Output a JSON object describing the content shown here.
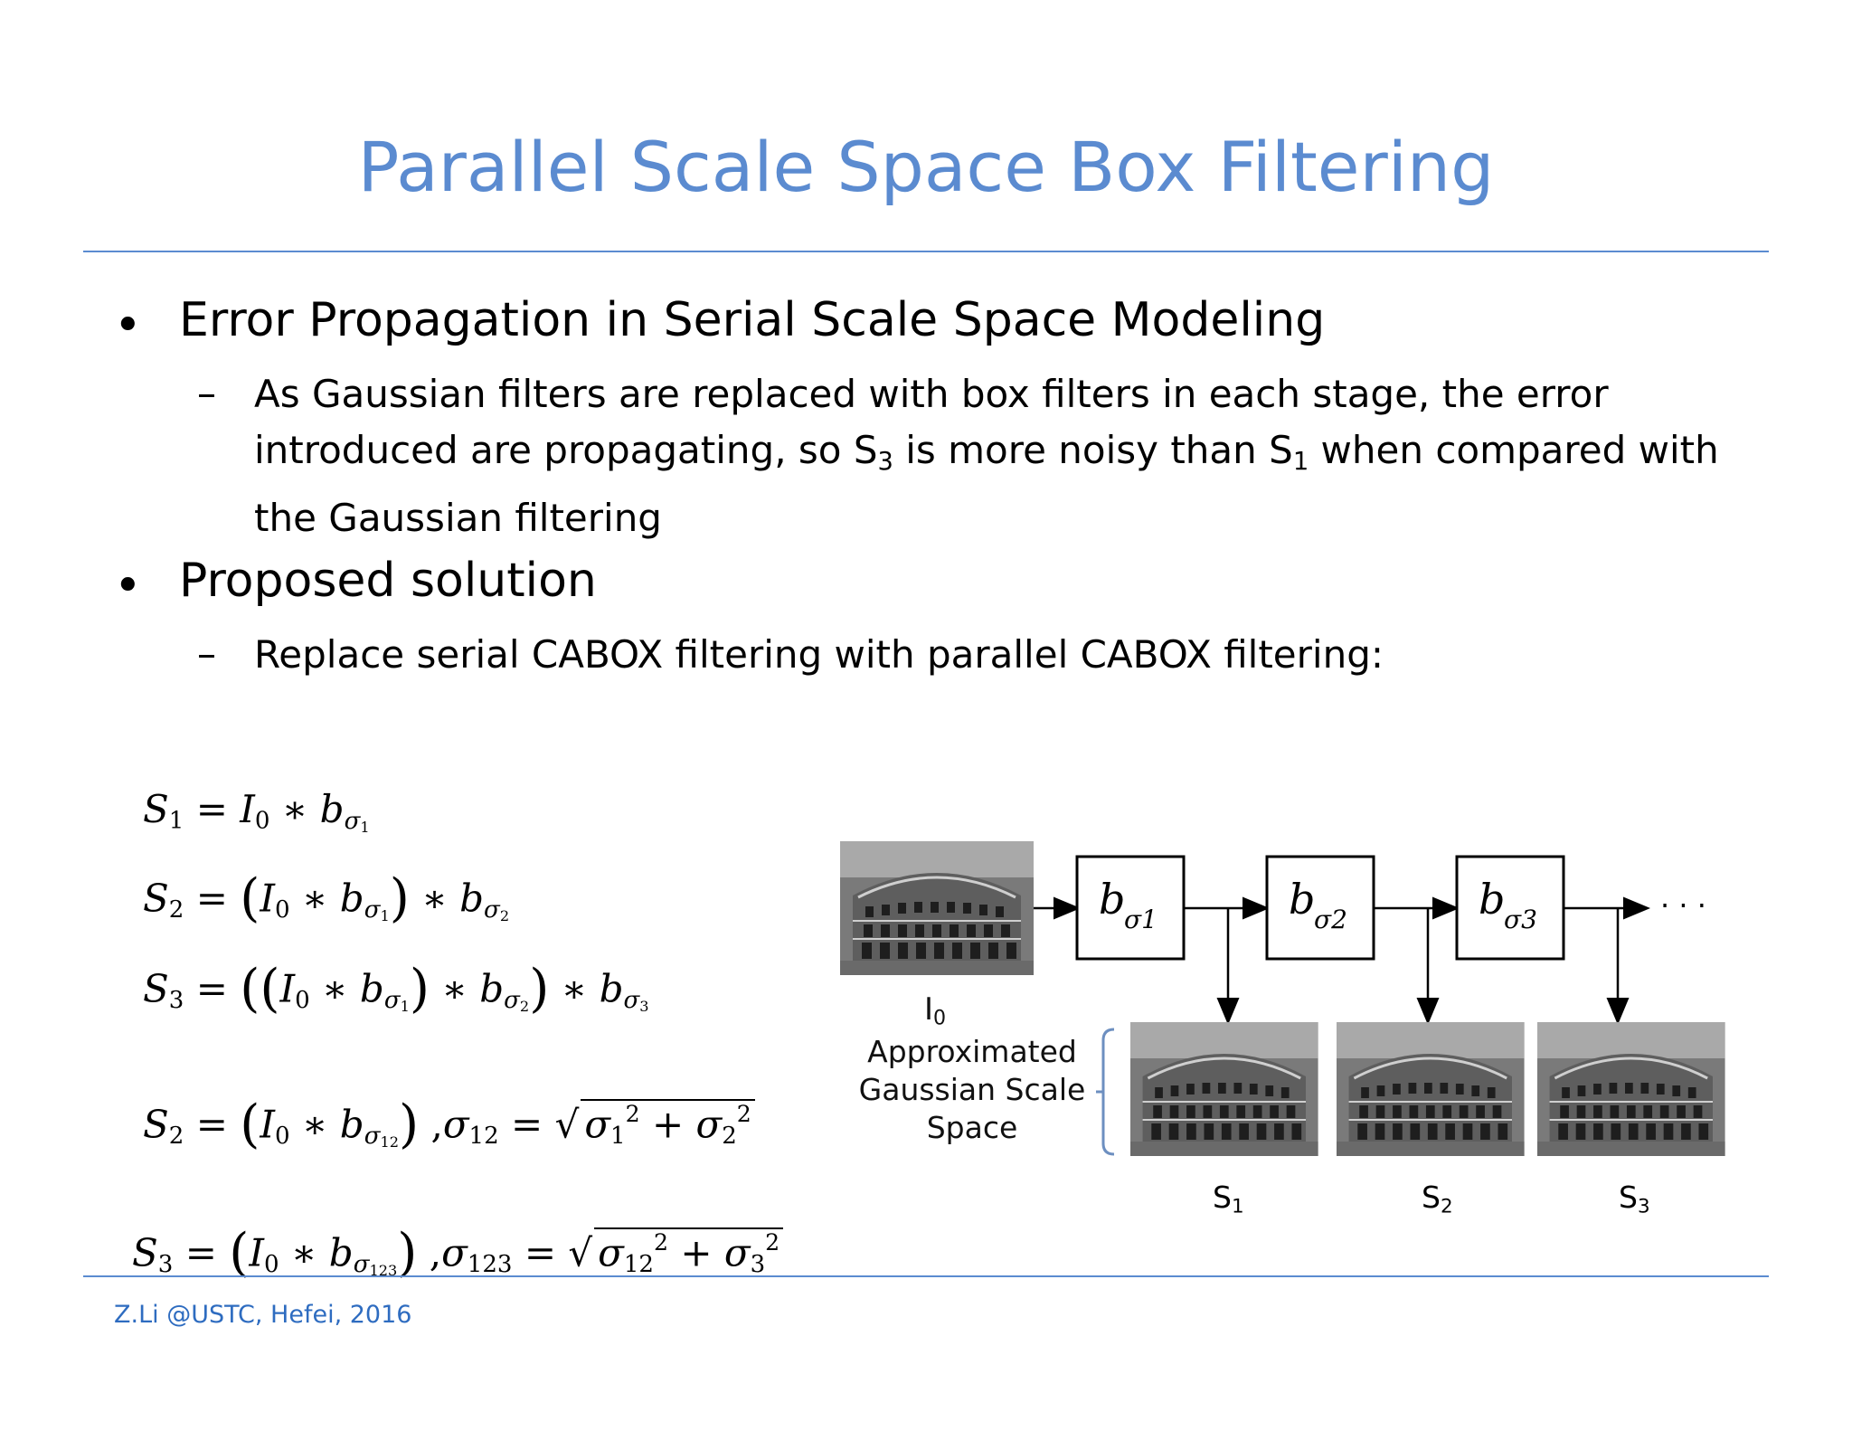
{
  "slide": {
    "title": "Parallel Scale Space Box Filtering",
    "bullet1": "Error Propagation in Serial Scale Space Modeling",
    "bullet1_sub_line1": "As Gaussian filters are replaced with box filters in each stage, the error",
    "bullet1_sub_line2_a": "introduced are propagating, so S",
    "bullet1_sub_line2_b": "3",
    "bullet1_sub_line2_c": " is more noisy than S",
    "bullet1_sub_line2_d": "1",
    "bullet1_sub_line2_e": " when compared with",
    "bullet1_sub_line3": "the Gaussian filtering",
    "bullet2": "Proposed solution",
    "bullet2_sub": "Replace serial CABOX filtering with parallel CABOX filtering:",
    "footer": "Z.Li @USTC, Hefei, 2016"
  },
  "diagram": {
    "input_label": "I",
    "input_sub": "0",
    "caption_line1": "Approximated",
    "caption_line2": "Gaussian Scale",
    "caption_line3": "Space",
    "filters": [
      "σ1",
      "σ2",
      "σ3"
    ],
    "ellipsis": "· · ·",
    "outputs": [
      {
        "name": "S",
        "sub": "1"
      },
      {
        "name": "S",
        "sub": "2"
      },
      {
        "name": "S",
        "sub": "3"
      }
    ]
  }
}
